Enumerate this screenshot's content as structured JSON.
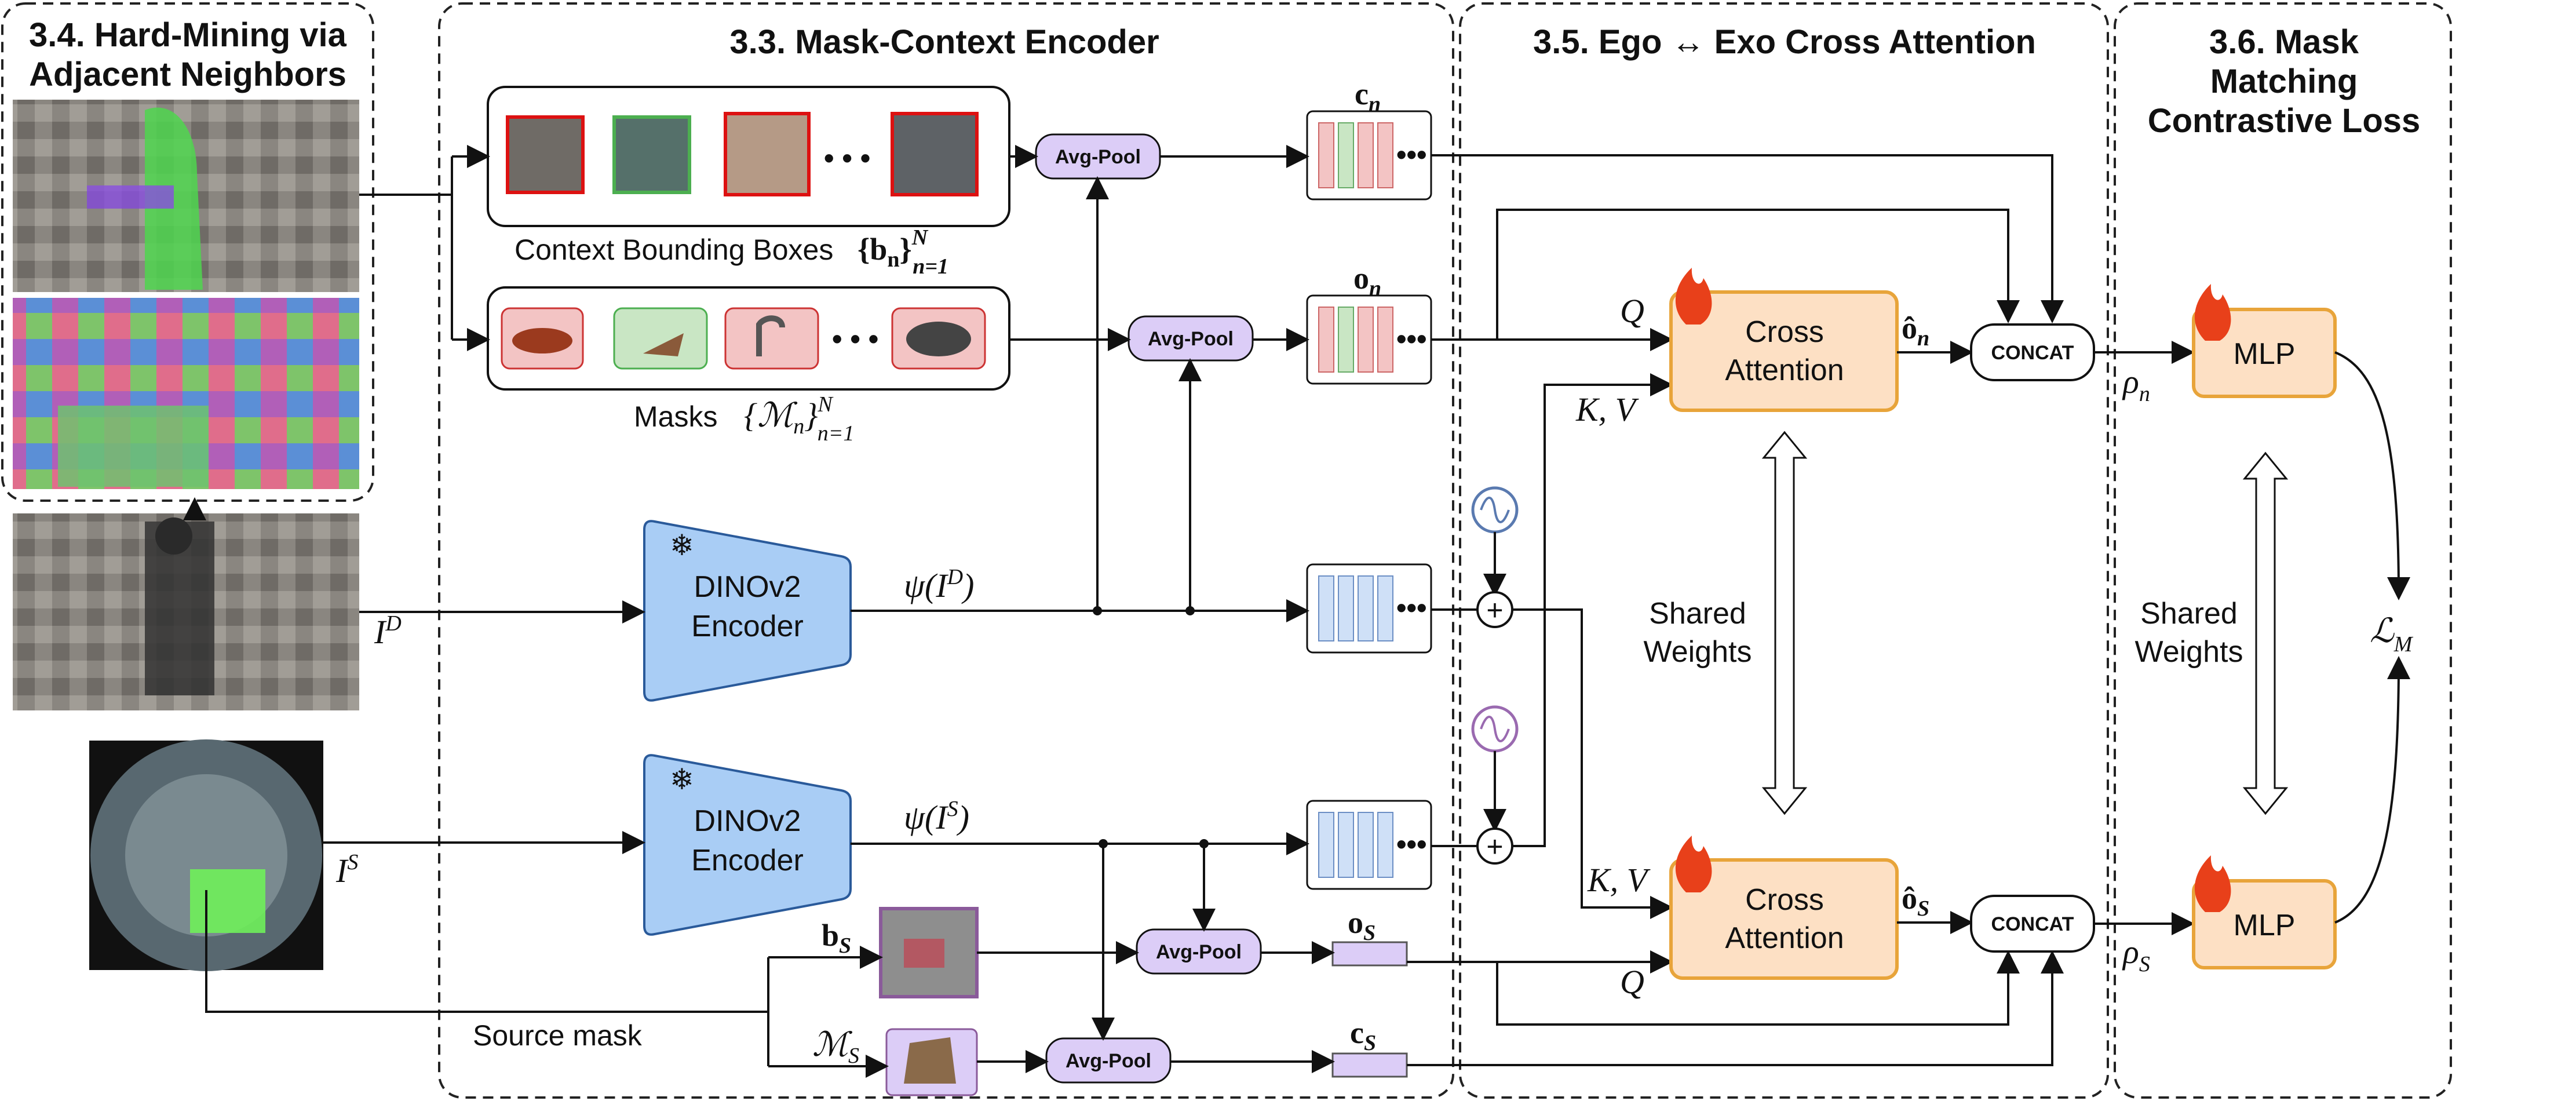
{
  "sections": {
    "hard_mining": [
      "3.4. Hard-Mining via",
      "Adjacent Neighbors"
    ],
    "mask_context": "3.3. Mask-Context Encoder",
    "cross_attention": "3.5. Ego ↔ Exo Cross Attention",
    "contrastive": [
      "3.6. Mask",
      "Matching",
      "Contrastive Loss"
    ]
  },
  "labels": {
    "context_boxes": "Context Bounding Boxes",
    "context_boxes_set": "{b",
    "masks": "Masks",
    "source_mask": "Source mask",
    "shared_weights_a": [
      "Shared",
      "Weights"
    ],
    "shared_weights_b": [
      "Shared",
      "Weights"
    ]
  },
  "blocks": {
    "avg_pool": "Avg-Pool",
    "encoder": [
      "DINOv2",
      "Encoder"
    ],
    "cross_attention": [
      "Cross",
      "Attention"
    ],
    "concat": "CONCAT",
    "mlp": "MLP"
  },
  "math": {
    "I_D": "I",
    "I_D_sup": "D",
    "I_S": "I",
    "I_S_sup": "S",
    "psi_D": "ψ(I",
    "psi_S": "ψ(I",
    "c_n": "c",
    "o_n": "o",
    "o_S": "o",
    "c_S": "c",
    "b_S": "b",
    "M_S": "ℳ",
    "Q": "Q",
    "KV": "K, V",
    "o_hat_n": "ô",
    "o_hat_S": "ô",
    "rho_n": "ρ",
    "rho_S": "ρ",
    "loss": "ℒ",
    "sub_n": "n",
    "sub_S": "S",
    "sub_M": "M"
  },
  "colors": {
    "frozen_blue": "#a9cdf5",
    "avgpool_purple": "#dccdf7",
    "attention_orange": "#fde0c4",
    "attention_border": "#e8a43a",
    "token_red": "#f3c4c4",
    "token_green": "#c9e6c4",
    "token_blue": "#cfe0f7"
  }
}
